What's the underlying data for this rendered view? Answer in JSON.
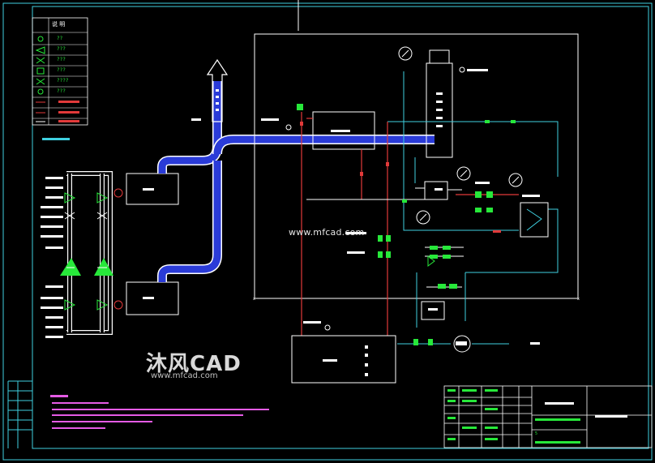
{
  "watermark": {
    "url_text": "www.mfcad.com",
    "logo_text": "沐风CAD",
    "logo_url": "www.mfcad.com"
  },
  "legend": {
    "title": "说 明",
    "codes": [
      "??",
      "???",
      "???",
      "???",
      "????",
      "???"
    ]
  },
  "labels": {
    "title_block_number": "5"
  },
  "colors": {
    "background": "#000000",
    "frame": "#3fd0e0",
    "pipe_red": "#e23a3a",
    "pipe_blue": "#2a3bd8",
    "pipe_white": "#ffffff",
    "valve_green": "#27e83a",
    "notes_magenta": "#e55be5",
    "cyan_line": "#3fd0e0"
  },
  "icons": [
    "exhaust-arrow-icon",
    "pump-icon",
    "valve-icon",
    "gauge-icon",
    "fan-icon"
  ]
}
